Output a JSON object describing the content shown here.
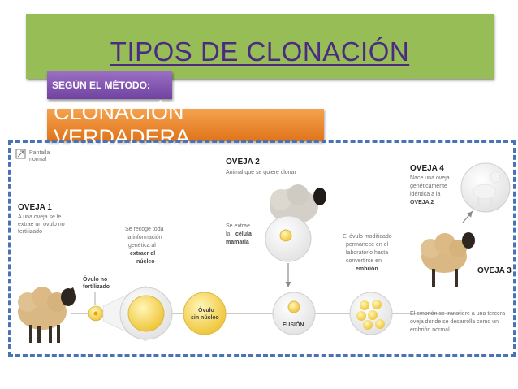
{
  "slide": {
    "title": "TIPOS DE CLONACIÓN",
    "method_label": "SEGÚN EL MÉTODO:",
    "clone_type": "CLONACIÓN VERDADERA"
  },
  "diagram": {
    "corner_note": [
      "Pantalla",
      "normal"
    ],
    "oveja1": {
      "name": "OVEJA 1",
      "desc": [
        "A una oveja se le",
        "extrae un óvulo no",
        "fertilizado"
      ]
    },
    "ovulo_label": [
      "Óvulo no",
      "fertilizado"
    ],
    "step_info": [
      "Se recoge toda",
      "la información",
      "genética al"
    ],
    "step_info_bold": [
      "extraer el",
      "núcleo"
    ],
    "ovulo_sin_nucleo": [
      "Óvulo",
      "sin núcleo"
    ],
    "oveja2": {
      "name": "OVEJA 2",
      "desc": "Animal que se quiere clonar"
    },
    "celula": [
      "Se extrae",
      "la",
      "célula",
      "mamaria"
    ],
    "fusion": "FUSIÓN",
    "embrion_text": [
      "El óvulo modificado",
      "permanece en el",
      "laboratorio hasta",
      "convertirse en"
    ],
    "embrion_bold": "embrión",
    "oveja4": {
      "name": "OVEJA 4",
      "desc": [
        "Nace una oveja",
        "genéticamente",
        "idéntica a la"
      ],
      "ref": "OVEJA 2"
    },
    "oveja3": {
      "name": "OVEJA 3",
      "desc": [
        "El embrión se transfiere a una tercera",
        "oveja donde se desarrolla como un",
        "embrión normal"
      ]
    }
  },
  "colors": {
    "title_bar": "#97bd57",
    "title_text": "#4b2b82",
    "method_badge": "#7d52ad",
    "type_badge": "#ea8a30",
    "frame_border": "#4a73b6"
  }
}
